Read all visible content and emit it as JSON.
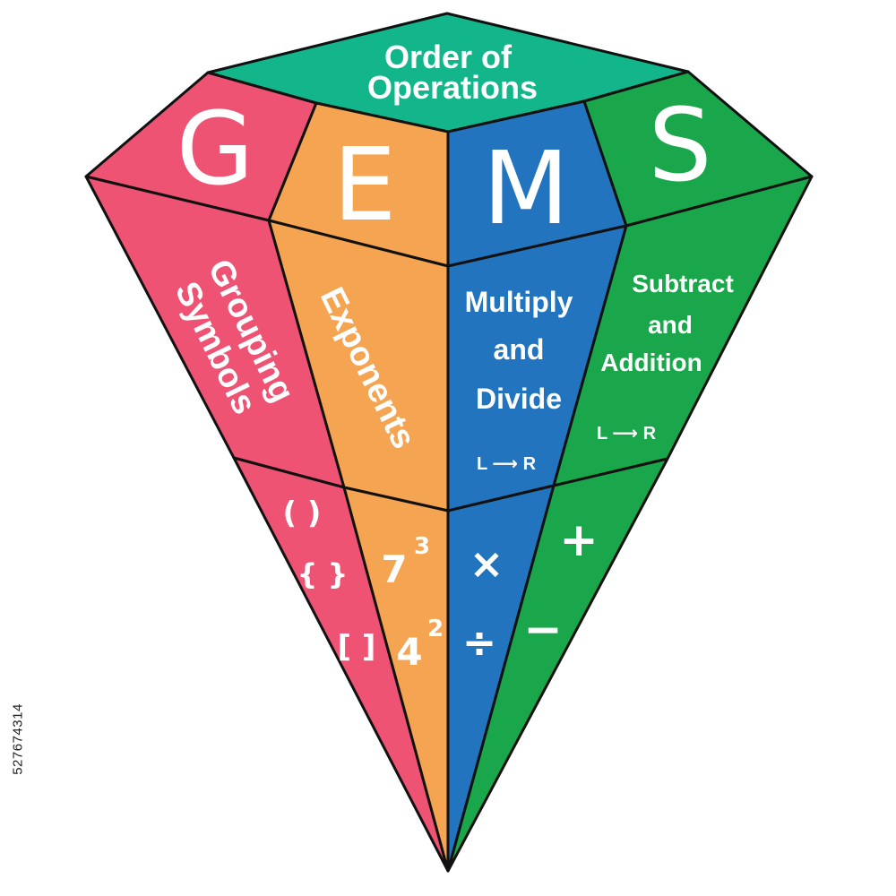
{
  "title": {
    "line1": "Order of",
    "line2": "Operations"
  },
  "colors": {
    "pink": "#ee5373",
    "orange": "#f5a451",
    "blue": "#2174bd",
    "green": "#1aa64a",
    "teal": "#12b68a",
    "outline": "#111111",
    "text": "#ffffff"
  },
  "letters": {
    "g": "G",
    "e": "E",
    "m": "M",
    "s": "S"
  },
  "grouping": {
    "line1": "Grouping",
    "line2": "Symbols",
    "sym1": "( )",
    "sym2": "{ }",
    "sym3": "[ ]"
  },
  "exponents": {
    "label": "Exponents",
    "ex1_base": "7",
    "ex1_exp": "3",
    "ex2_base": "4",
    "ex2_exp": "2"
  },
  "multiply": {
    "line1": "Multiply",
    "line2": "and",
    "line3": "Divide",
    "direction": "L ⟶ R",
    "sym1": "×",
    "sym2": "÷"
  },
  "subtract": {
    "line1": "Subtract",
    "line2": "and",
    "line3": "Addition",
    "direction": "L ⟶ R",
    "sym1": "+",
    "sym2": "−"
  },
  "stock_id": "527674314"
}
